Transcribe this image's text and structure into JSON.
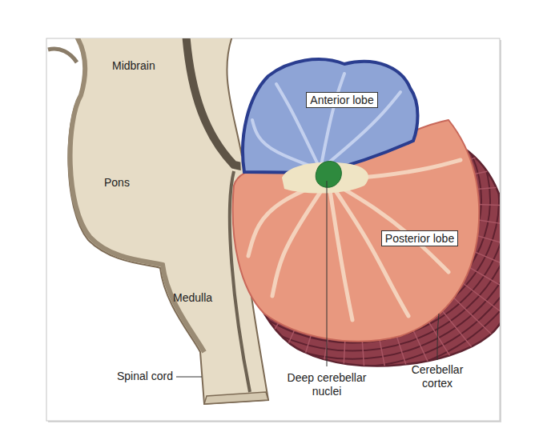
{
  "diagram": {
    "nodes": [
      {
        "text": [
          "Anterior lobe"
        ]
      },
      {
        "text": [
          "Posterior lobe"
        ]
      }
    ],
    "labels": [
      "Midbrain",
      "Pons",
      "Medulla",
      "Spinal cord",
      "Deep cerebellar nuclei",
      "Cerebellar cortex"
    ]
  }
}
